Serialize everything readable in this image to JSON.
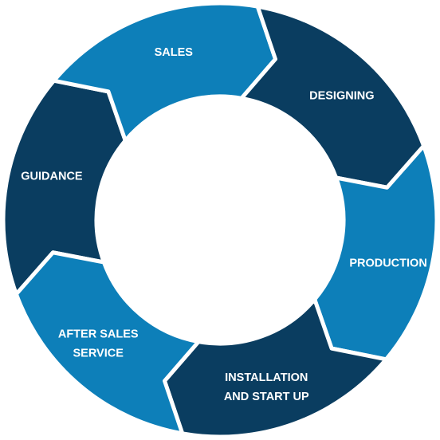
{
  "cycle": {
    "colors": {
      "dark": "#0a3d60",
      "light": "#0d7fb9",
      "center": "#ffffff"
    },
    "segments": [
      {
        "lines": [
          "GUIDANCE"
        ],
        "tone": "dark"
      },
      {
        "lines": [
          "SALES"
        ],
        "tone": "light"
      },
      {
        "lines": [
          "DESIGNING"
        ],
        "tone": "dark"
      },
      {
        "lines": [
          "PRODUCTION"
        ],
        "tone": "light"
      },
      {
        "lines": [
          "INSTALLATION",
          "AND START UP"
        ],
        "tone": "dark"
      },
      {
        "lines": [
          "AFTER SALES",
          "SERVICE"
        ],
        "tone": "light"
      }
    ]
  }
}
